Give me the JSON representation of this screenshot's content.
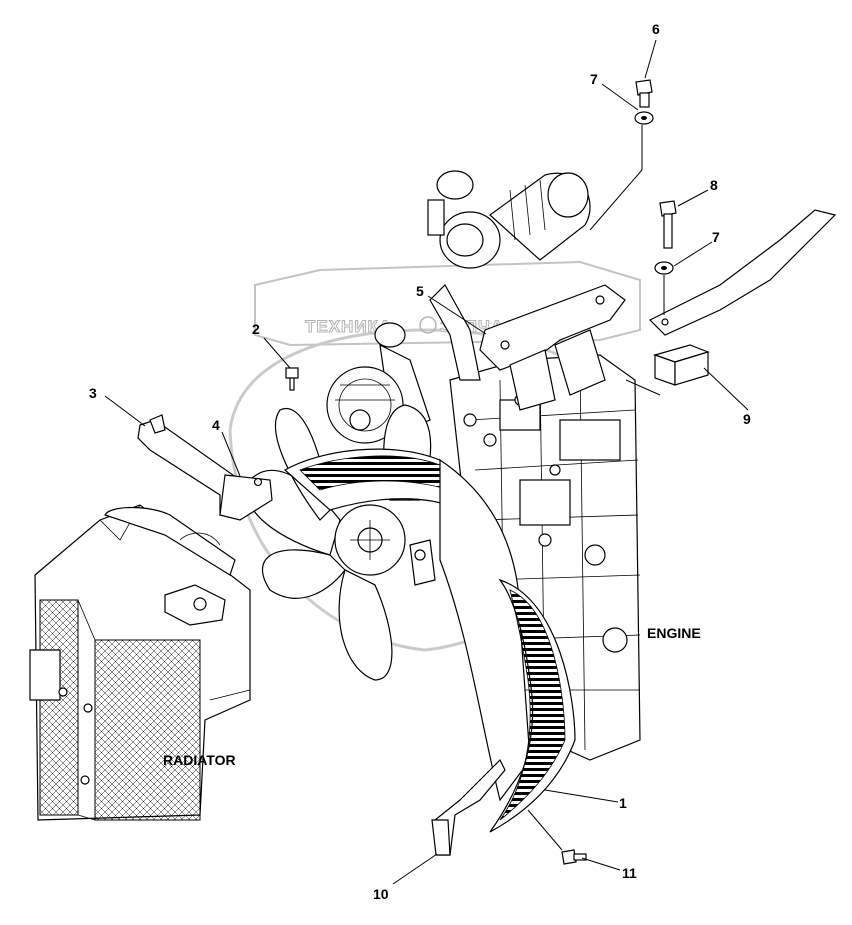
{
  "watermark": {
    "text_left": "ТЕХНИКА",
    "text_right": "ЗАПЧАСТИ"
  },
  "labels": {
    "engine": "ENGINE",
    "radiator": "RADIATOR"
  },
  "callouts": {
    "c1": "1",
    "c2": "2",
    "c3": "3",
    "c4": "4",
    "c5": "5",
    "c6": "6",
    "c7a": "7",
    "c7b": "7",
    "c8": "8",
    "c9": "9",
    "c10": "10",
    "c11": "11"
  }
}
